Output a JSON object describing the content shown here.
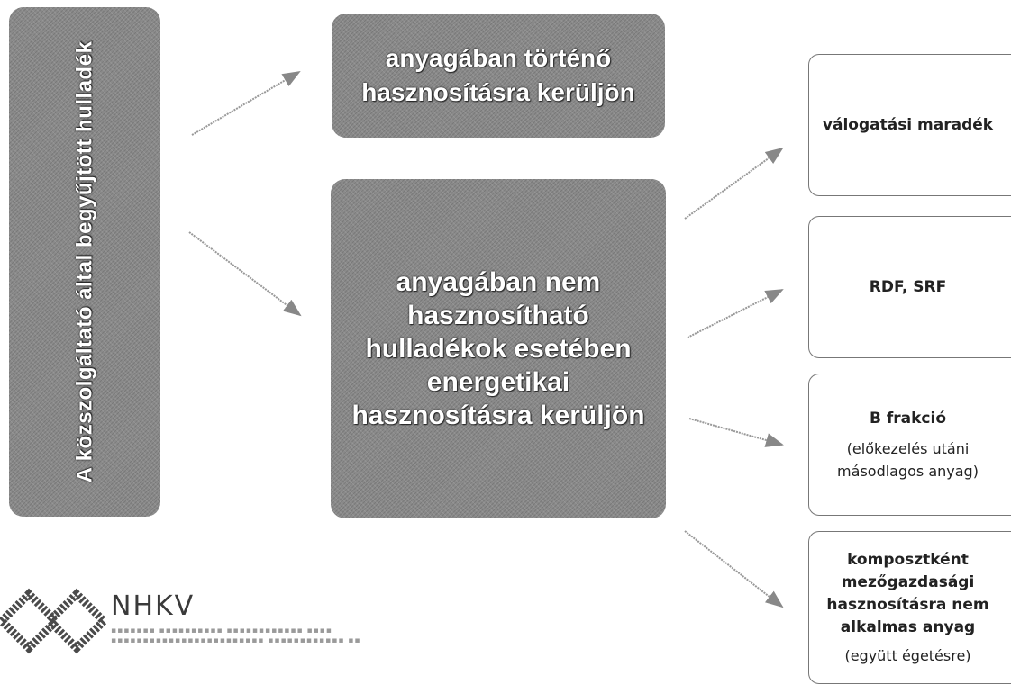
{
  "side_box": {
    "text": "A közszolgáltató által begyűjtött hulladék"
  },
  "top_box": {
    "line1": "anyagában történő",
    "line2": "hasznosításra kerüljön"
  },
  "mid_box": {
    "lines": [
      "anyagában nem",
      "hasznosítható",
      "hulladékok esetében",
      "energetikai",
      "hasznosításra kerüljön"
    ]
  },
  "outputs": {
    "valogatasi": {
      "title": "válogatási maradék"
    },
    "rdf": {
      "title": "RDF, SRF"
    },
    "b_frakcio": {
      "title": "B frakció",
      "line1": "(előkezelés utáni",
      "line2": "másodlagos anyag)"
    },
    "komposzt": {
      "line1": "komposztként",
      "line2": "mezőgazdasági",
      "line3": "hasznosításra nem",
      "line4": "alkalmas anyag",
      "note": "(együtt égetésre)"
    }
  },
  "logo": {
    "name": "NHKV",
    "icon": "nhkv-logo-mark",
    "colors": {
      "primary": "#3a3a3a"
    }
  },
  "colors": {
    "box_fill": "#8a8a8a",
    "box_text": "#ffffff",
    "arrow": "#888888",
    "border": "#777777"
  }
}
